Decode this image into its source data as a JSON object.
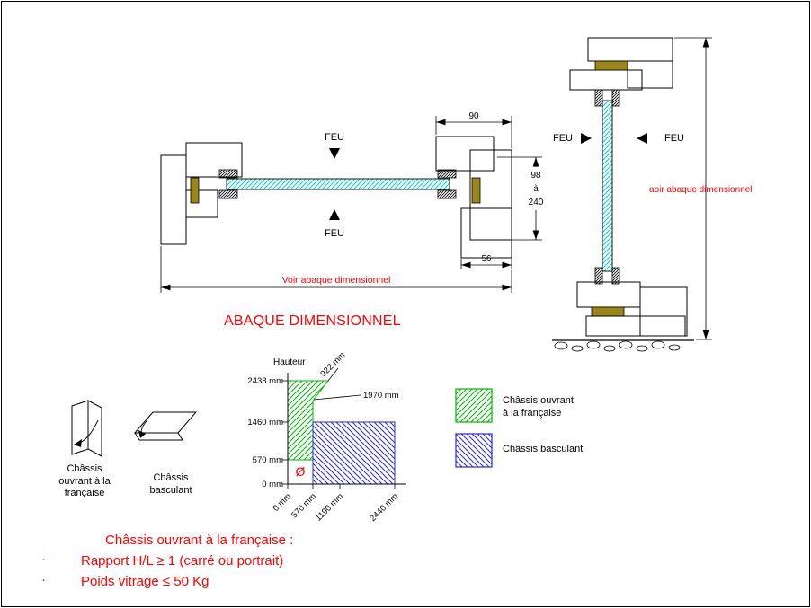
{
  "colors": {
    "accent_red": "#FF0000",
    "hatch_green": "#00B400",
    "hatch_blue": "#2A2AD0",
    "glazing_cyan": "#00CCCC",
    "seal_olive": "#9C8519"
  },
  "horizontal_section": {
    "feu_top": "FEU",
    "feu_bottom": "FEU",
    "dim_top": "90",
    "dim_right": [
      "98",
      "à",
      "240"
    ],
    "dim_bottom": "56",
    "dim_overall": "Voir abaque dimensionnel"
  },
  "vertical_section": {
    "feu_left": "FEU",
    "feu_right": "FEU",
    "note": "aoir abaque dimensionnel"
  },
  "abaque": {
    "title": "ABAQUE DIMENSIONNEL",
    "y_axis_label": "Hauteur",
    "y_ticks": [
      "2438 mm",
      "1460 mm",
      "570 mm",
      "0 mm"
    ],
    "x_ticks": [
      "0 mm",
      "570 mm",
      "1190 mm",
      "2440 mm"
    ],
    "ann_922": "922 mm",
    "ann_1970": "1970 mm",
    "forbidden_symbol": "Ø"
  },
  "chart_data": {
    "type": "area",
    "title": "ABAQUE DIMENSIONNEL",
    "xlabel": "",
    "ylabel": "Hauteur",
    "x_tick_labels": [
      "0 mm",
      "570 mm",
      "1190 mm",
      "2440 mm"
    ],
    "y_tick_labels": [
      "0 mm",
      "570 mm",
      "1460 mm",
      "2438 mm"
    ],
    "xlim": [
      0,
      2440
    ],
    "ylim": [
      0,
      2438
    ],
    "grid": false,
    "series": [
      {
        "name": "Châssis ouvrant à la française",
        "color": "#00B400",
        "hatch": "diagonal-up",
        "polygon_mm": [
          [
            0,
            570
          ],
          [
            570,
            570
          ],
          [
            570,
            1970
          ],
          [
            922,
            2438
          ],
          [
            0,
            2438
          ]
        ]
      },
      {
        "name": "Châssis basculant",
        "color": "#2A2AD0",
        "hatch": "diagonal-down",
        "polygon_mm": [
          [
            570,
            0
          ],
          [
            2440,
            0
          ],
          [
            2440,
            1460
          ],
          [
            570,
            1460
          ]
        ]
      }
    ],
    "annotations": [
      {
        "text": "922 mm",
        "x": 922,
        "y": 2438
      },
      {
        "text": "1970 mm",
        "x": 570,
        "y": 1970
      },
      {
        "text": "Ø",
        "x": 285,
        "y": 285,
        "color": "#FF0000"
      }
    ],
    "legend_position": "right"
  },
  "type_icons": {
    "french_label": "Châssis\nouvrant à la\nfrançaise",
    "tilting_label": "Châssis\nbasculant"
  },
  "legend": {
    "items": [
      {
        "label": "Châssis ouvrant\nà la française",
        "color": "#00B400"
      },
      {
        "label": "Châssis basculant",
        "color": "#2A2AD0"
      }
    ]
  },
  "notes": {
    "heading": "Châssis ouvrant à la française :",
    "bullet": "·",
    "items": [
      "Rapport H/L ≥ 1 (carré ou portrait)",
      "Poids vitrage ≤ 50 Kg"
    ]
  }
}
